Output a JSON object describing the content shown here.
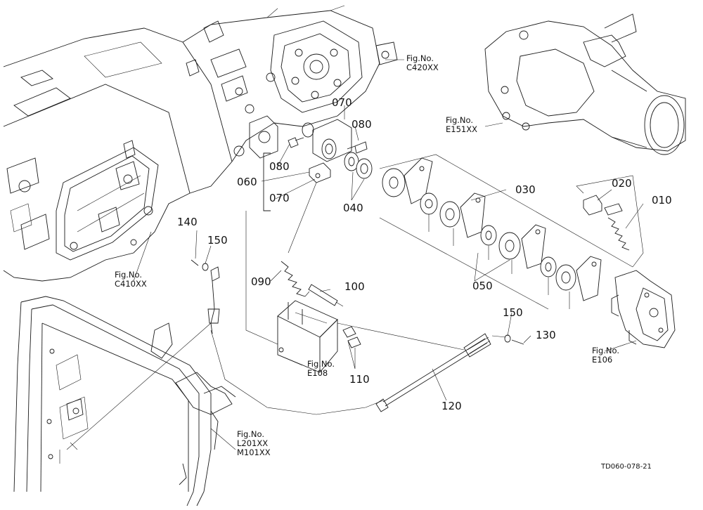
{
  "parts": {
    "p010": "010",
    "p020": "020",
    "p030": "030",
    "p040": "040",
    "p050": "050",
    "p060": "060",
    "p070a": "070",
    "p070b": "070",
    "p080a": "080",
    "p080b": "080",
    "p090": "090",
    "p100": "100",
    "p110": "110",
    "p120": "120",
    "p130": "130",
    "p140": "140",
    "p150a": "150",
    "p150b": "150"
  },
  "figrefs": {
    "c420": {
      "l1": "Fig.No.",
      "l2": "C420XX"
    },
    "e151": {
      "l1": "Fig.No.",
      "l2": "E151XX"
    },
    "c410": {
      "l1": "Fig.No.",
      "l2": "C410XX"
    },
    "e108": {
      "l1": "Fig.No.",
      "l2": "E108"
    },
    "e106": {
      "l1": "Fig.No.",
      "l2": "E106"
    },
    "l201": {
      "l1": "Fig.No.",
      "l2": "L201XX",
      "l3": "M101XX"
    }
  },
  "drawing_code": "TD060-078-21"
}
